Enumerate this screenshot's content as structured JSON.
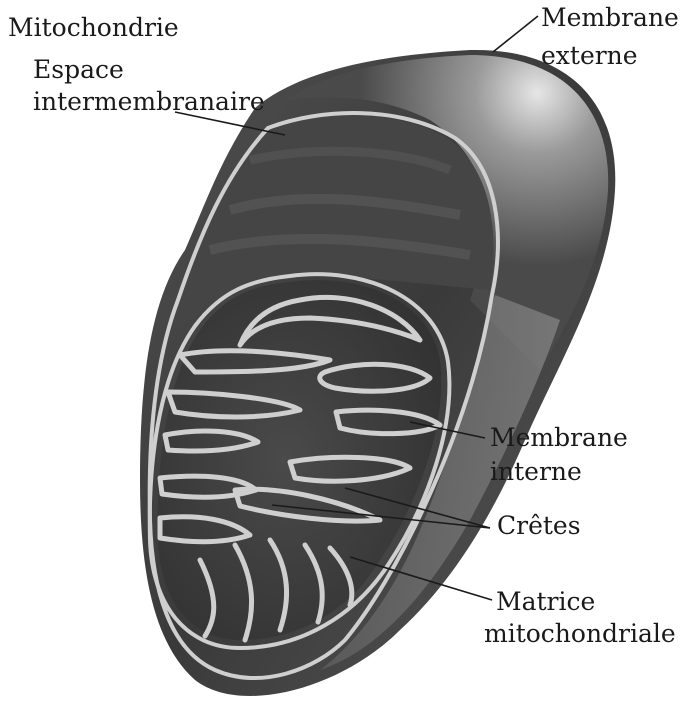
{
  "diagram": {
    "title": "Mitochondrie",
    "labels": {
      "outer_membrane": [
        "Membrane",
        "externe"
      ],
      "intermembrane_space": [
        "Espace",
        "intermembranaire"
      ],
      "inner_membrane": [
        "Membrane",
        "interne"
      ],
      "cristae": "Crêtes",
      "matrix": [
        "Matrice",
        "mitochondriale"
      ]
    },
    "colors": {
      "body_dark": "#3a3a3a",
      "body_mid": "#6a6a6a",
      "body_light": "#d8d8d8",
      "membrane_line": "#cfcfcf",
      "text": "#1a1a1a"
    }
  }
}
